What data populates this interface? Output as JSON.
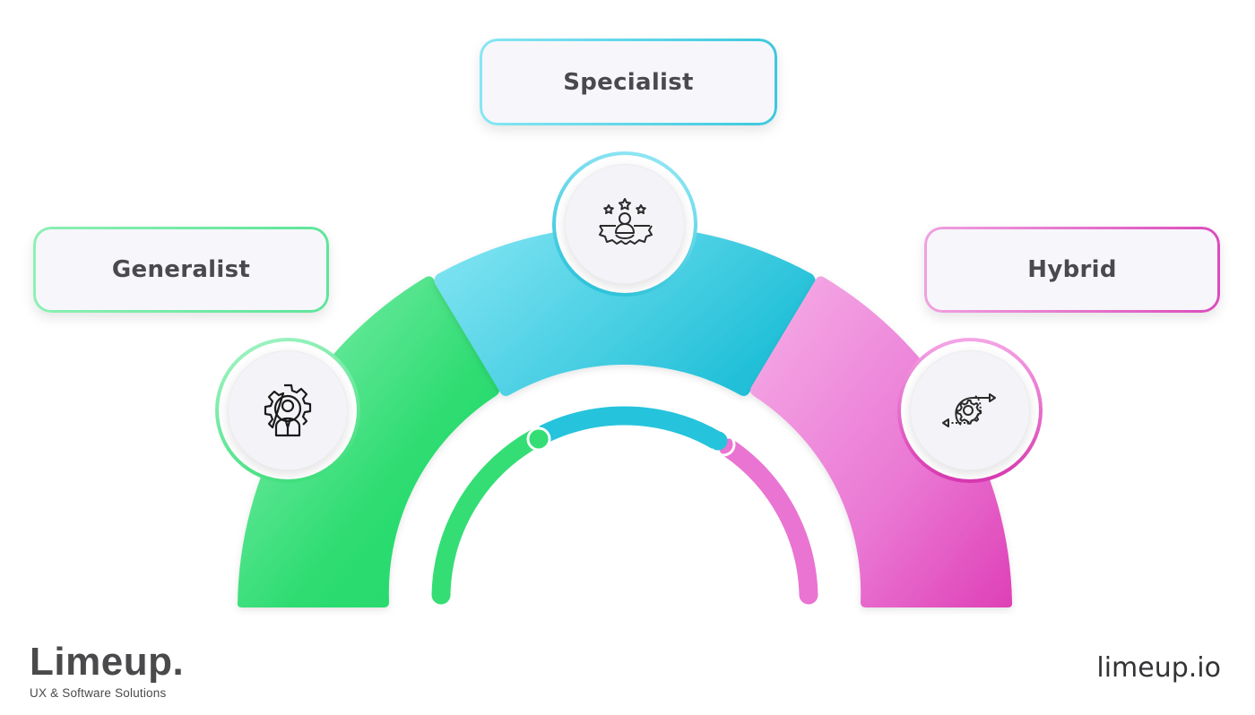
{
  "diagram": {
    "title": "",
    "type": "semicircle-segment-diagram",
    "segments": [
      {
        "id": "generalist",
        "label": "Generalist",
        "icon": "gear-person-icon",
        "color_start": "#8cf0b4",
        "color_end": "#22d86a",
        "gauge_color": "#34de75"
      },
      {
        "id": "specialist",
        "label": "Specialist",
        "icon": "person-stars-gear-icon",
        "color_start": "#86e6f4",
        "color_end": "#22c0d8",
        "gauge_color": "#26c3dc"
      },
      {
        "id": "hybrid",
        "label": "Hybrid",
        "icon": "gear-cycle-arrows-icon",
        "color_start": "#f4a6e6",
        "color_end": "#e040b8",
        "gauge_color": "#ea74d2"
      }
    ]
  },
  "branding": {
    "logo_text": "Limeup.",
    "tagline": "UX & Software Solutions",
    "website": "limeup.io"
  }
}
